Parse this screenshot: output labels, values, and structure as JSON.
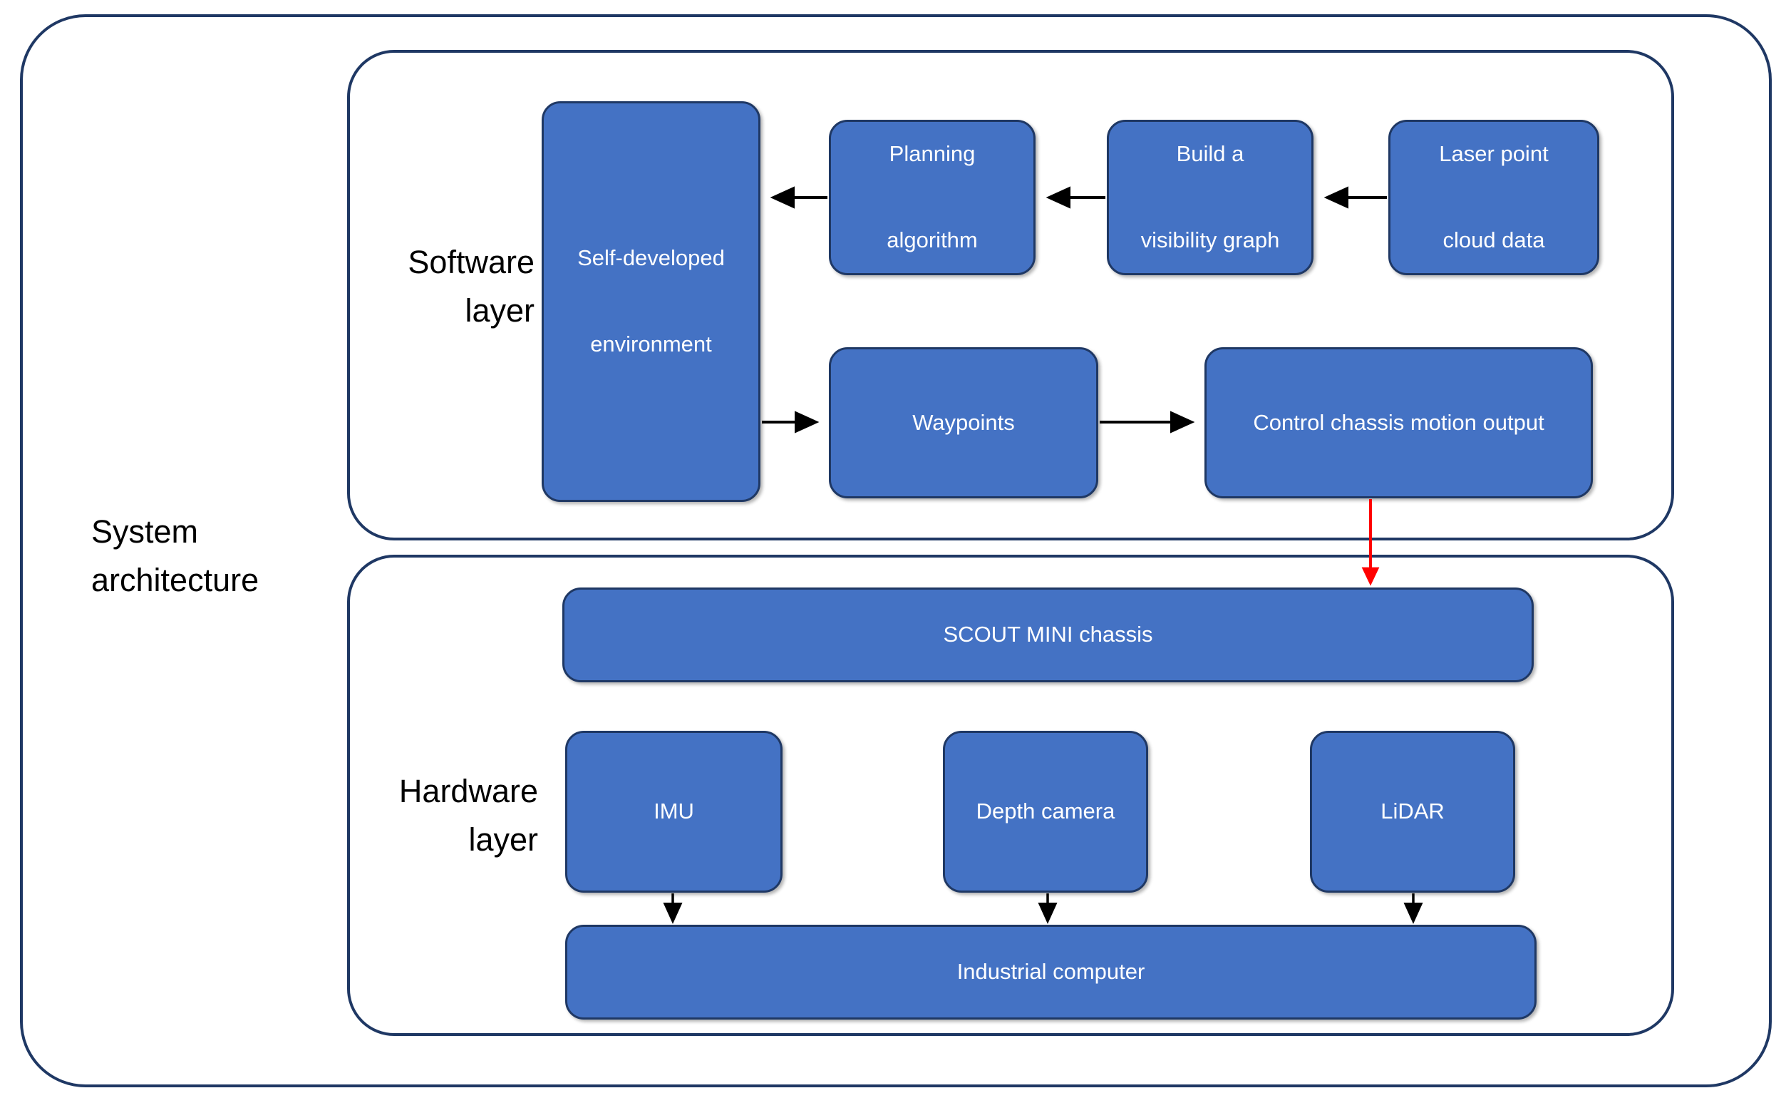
{
  "diagram": {
    "title": "System architecture",
    "colors": {
      "node_fill": "#4472C4",
      "node_border": "#1F3864",
      "container_border": "#1F3864",
      "node_text": "#FFFFFF",
      "label_text": "#000000",
      "arrow_black": "#000000",
      "arrow_red": "#FF0000",
      "background": "#FFFFFF"
    },
    "outer_label": "System\narchitecture",
    "layers": [
      {
        "id": "software",
        "label": "Software\nlayer",
        "nodes": [
          {
            "id": "self-developed",
            "label": "Self-developed\n\nenvironment"
          },
          {
            "id": "planning",
            "label": "Planning\n\nalgorithm"
          },
          {
            "id": "visibility-graph",
            "label": "Build a\n\nvisibility graph"
          },
          {
            "id": "laser-point",
            "label": "Laser point\n\ncloud data"
          },
          {
            "id": "waypoints",
            "label": "Waypoints"
          },
          {
            "id": "control-chassis",
            "label": "Control chassis motion output"
          }
        ]
      },
      {
        "id": "hardware",
        "label": "Hardware\nlayer",
        "nodes": [
          {
            "id": "scout-chassis",
            "label": "SCOUT MINI chassis"
          },
          {
            "id": "imu",
            "label": "IMU"
          },
          {
            "id": "depth-camera",
            "label": "Depth camera"
          },
          {
            "id": "lidar",
            "label": "LiDAR"
          },
          {
            "id": "industrial-pc",
            "label": "Industrial computer"
          }
        ]
      }
    ],
    "edges": [
      {
        "from": "laser-point",
        "to": "visibility-graph",
        "color": "#000000",
        "direction": "left"
      },
      {
        "from": "visibility-graph",
        "to": "planning",
        "color": "#000000",
        "direction": "left"
      },
      {
        "from": "planning",
        "to": "self-developed",
        "color": "#000000",
        "direction": "left"
      },
      {
        "from": "self-developed",
        "to": "waypoints",
        "color": "#000000",
        "direction": "right"
      },
      {
        "from": "waypoints",
        "to": "control-chassis",
        "color": "#000000",
        "direction": "right"
      },
      {
        "from": "control-chassis",
        "to": "scout-chassis",
        "color": "#FF0000",
        "direction": "down"
      },
      {
        "from": "imu",
        "to": "industrial-pc",
        "color": "#000000",
        "direction": "down"
      },
      {
        "from": "depth-camera",
        "to": "industrial-pc",
        "color": "#000000",
        "direction": "down"
      },
      {
        "from": "lidar",
        "to": "industrial-pc",
        "color": "#000000",
        "direction": "down"
      }
    ]
  }
}
